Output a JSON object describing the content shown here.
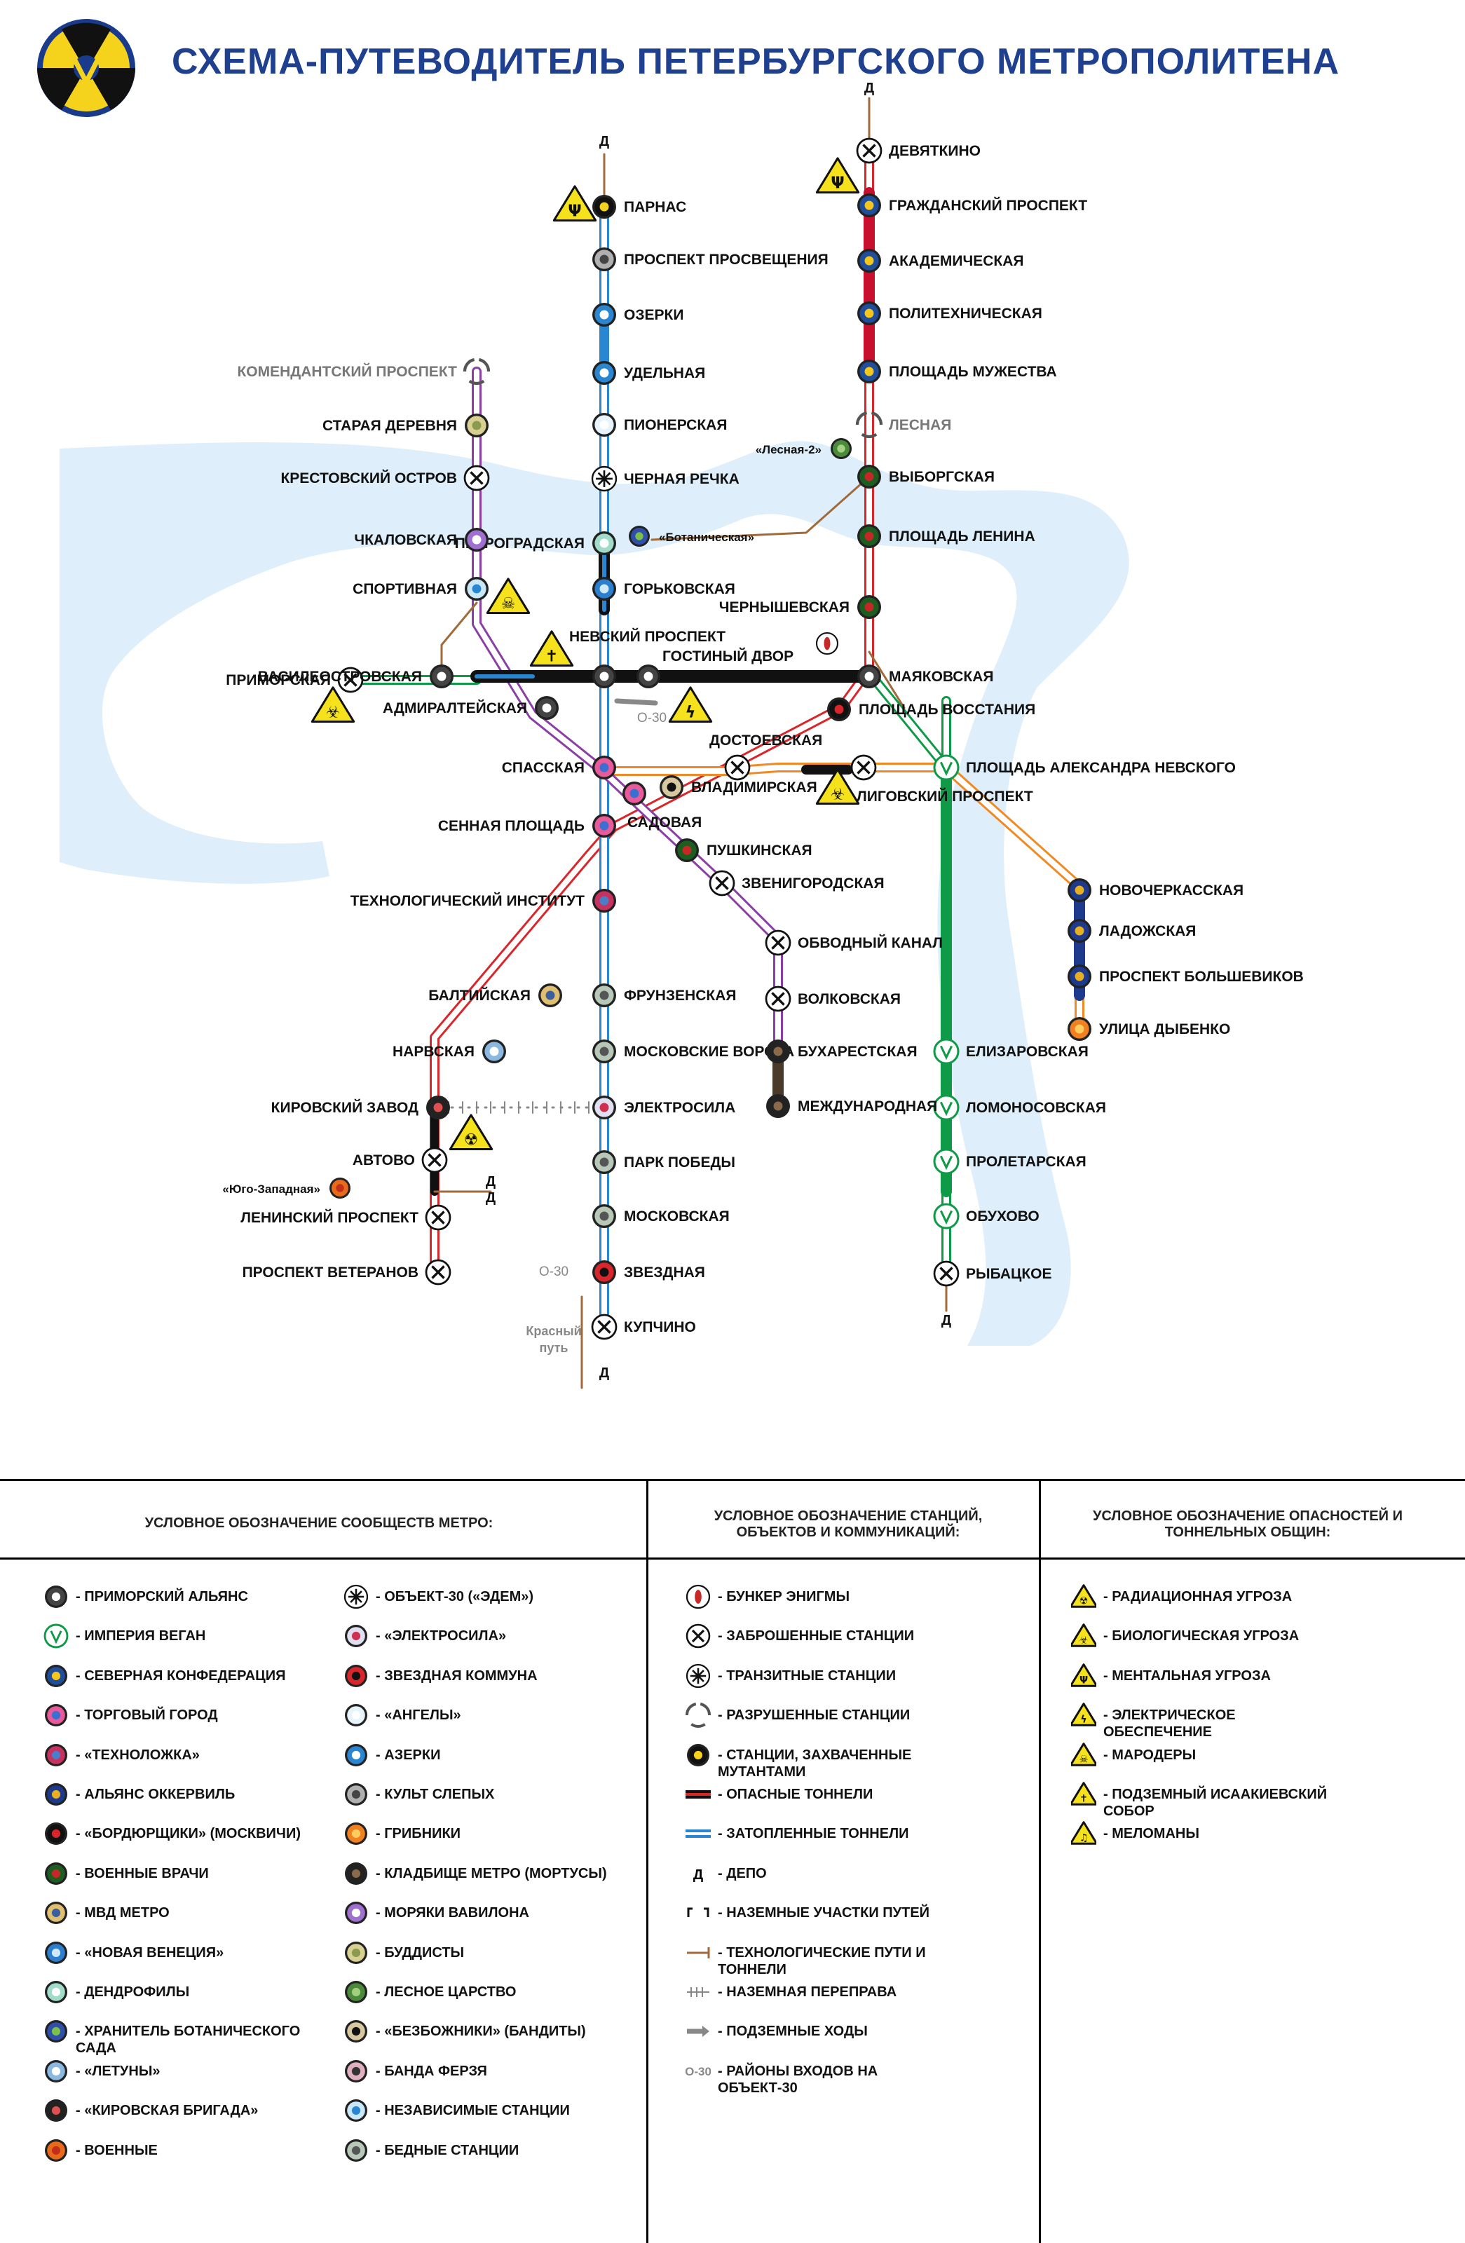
{
  "title": "СХЕМА-ПУТЕВОДИТЕЛЬ ПЕТЕРБУРГСКОГО МЕТРОПОЛИТЕНА",
  "colors": {
    "title": "#1f3f8f",
    "line1": "#d9262b",
    "line2": "#2a86d1",
    "line3": "#0f9a48",
    "line4": "#f08a24",
    "line5": "#8b3fa6",
    "water": "#deeefa",
    "tech": "#a06a3a"
  },
  "stations": [
    {
      "id": "devyatkino",
      "label": "ДЕВЯТКИНО",
      "icon": "abandoned"
    },
    {
      "id": "grazhdansky",
      "label": "ГРАЖДАНСКИЙ ПРОСПЕКТ",
      "icon": "northern-confederation"
    },
    {
      "id": "akademicheskaya",
      "label": "АКАДЕМИЧЕСКАЯ",
      "icon": "northern-confederation"
    },
    {
      "id": "politeh",
      "label": "ПОЛИТЕХНИЧЕСКАЯ",
      "icon": "northern-confederation"
    },
    {
      "id": "muzhestva",
      "label": "ПЛОЩАДЬ МУЖЕСТВА",
      "icon": "northern-confederation"
    },
    {
      "id": "lesnaya",
      "label": "ЛЕСНАЯ",
      "icon": "destroyed"
    },
    {
      "id": "lesnaya2",
      "label": "«Лесная-2»",
      "icon": "forest-kingdom"
    },
    {
      "id": "vyborgskaya",
      "label": "ВЫБОРГСКАЯ",
      "icon": "military-doctors"
    },
    {
      "id": "lenina",
      "label": "ПЛОЩАДЬ ЛЕНИНА",
      "icon": "military-doctors"
    },
    {
      "id": "chernyshevskaya",
      "label": "ЧЕРНЫШЕВСКАЯ",
      "icon": "military-doctors"
    },
    {
      "id": "mayakovskaya",
      "label": "МАЯКОВСКАЯ",
      "icon": "primorsky"
    },
    {
      "id": "vosstaniya",
      "label": "ПЛОЩАДЬ ВОССТАНИЯ",
      "icon": "bordyurshchiki"
    },
    {
      "id": "vladimirskaya",
      "label": "ВЛАДИМИРСКАЯ",
      "icon": "bezbozhniki"
    },
    {
      "id": "pushkinskaya",
      "label": "ПУШКИНСКАЯ",
      "icon": "military-doctors"
    },
    {
      "id": "tehnoinstitut",
      "label": "ТЕХНОЛОГИЧЕСКИЙ ИНСТИТУТ",
      "icon": "technolozhka"
    },
    {
      "id": "baltiyskaya",
      "label": "БАЛТИЙСКАЯ",
      "icon": "mvd"
    },
    {
      "id": "narvskaya",
      "label": "НАРВСКАЯ",
      "icon": "letuny"
    },
    {
      "id": "kirovsky",
      "label": "КИРОВСКИЙ ЗАВОД",
      "icon": "kirov-brigade"
    },
    {
      "id": "avtovo",
      "label": "АВТОВО",
      "icon": "abandoned"
    },
    {
      "id": "yugozapadnaya",
      "label": "«Юго-Западная»",
      "icon": "military"
    },
    {
      "id": "leninsky",
      "label": "ЛЕНИНСКИЙ ПРОСПЕКТ",
      "icon": "abandoned"
    },
    {
      "id": "veteranov",
      "label": "ПРОСПЕКТ ВЕТЕРАНОВ",
      "icon": "abandoned"
    },
    {
      "id": "parnas",
      "label": "ПАРНАС",
      "icon": "mutants"
    },
    {
      "id": "prosvescheniya",
      "label": "ПРОСПЕКТ ПРОСВЕЩЕНИЯ",
      "icon": "blind-cult"
    },
    {
      "id": "ozerki",
      "label": "ОЗЕРКИ",
      "icon": "azerki"
    },
    {
      "id": "udelnaya",
      "label": "УДЕЛЬНАЯ",
      "icon": "azerki"
    },
    {
      "id": "pionerskaya",
      "label": "ПИОНЕРСКАЯ",
      "icon": "angels"
    },
    {
      "id": "chernaya",
      "label": "ЧЕРНАЯ РЕЧКА",
      "icon": "transit"
    },
    {
      "id": "petrogradskaya",
      "label": "ПЕТРОГРАДСКАЯ",
      "icon": "dendrophiles"
    },
    {
      "id": "botanicheskaya",
      "label": "«Ботаническая»",
      "icon": "botanic-keeper"
    },
    {
      "id": "gorkovskaya",
      "label": "ГОРЬКОВСКАЯ",
      "icon": "new-venice"
    },
    {
      "id": "nevsky",
      "label": "НЕВСКИЙ ПРОСПЕКТ",
      "icon": "primorsky"
    },
    {
      "id": "gostiny",
      "label": "ГОСТИНЫЙ ДВОР",
      "icon": "primorsky"
    },
    {
      "id": "sennaya",
      "label": "СЕННАЯ ПЛОЩАДЬ",
      "icon": "trade-city"
    },
    {
      "id": "frunzenskaya",
      "label": "ФРУНЗЕНСКАЯ",
      "icon": "poor"
    },
    {
      "id": "moskvorota",
      "label": "МОСКОВСКИЕ ВОРОТА",
      "icon": "poor"
    },
    {
      "id": "elektrosila",
      "label": "ЭЛЕКТРОСИЛА",
      "icon": "elektrosila"
    },
    {
      "id": "pobedy",
      "label": "ПАРК ПОБЕДЫ",
      "icon": "poor"
    },
    {
      "id": "moskovskaya",
      "label": "МОСКОВСКАЯ",
      "icon": "poor"
    },
    {
      "id": "zvezdnaya",
      "label": "ЗВЕЗДНАЯ",
      "icon": "star-commune"
    },
    {
      "id": "kupchino",
      "label": "КУПЧИНО",
      "icon": "abandoned"
    },
    {
      "id": "primorskaya",
      "label": "ПРИМОРСКАЯ",
      "icon": "abandoned"
    },
    {
      "id": "vasileostrovskaya",
      "label": "ВАСИЛЕОСТРОВСКАЯ",
      "icon": "primorsky"
    },
    {
      "id": "admiralteyskaya",
      "label": "АДМИРАЛТЕЙСКАЯ",
      "icon": "primorsky"
    },
    {
      "id": "dostoevskaya",
      "label": "ДОСТОЕВСКАЯ",
      "icon": "abandoned"
    },
    {
      "id": "ligovsky",
      "label": "ЛИГОВСКИЙ ПРОСПЕКТ",
      "icon": "abandoned"
    },
    {
      "id": "nevskogo",
      "label": "ПЛОЩАДЬ АЛЕКСАНДРА НЕВСКОГО",
      "icon": "vegan"
    },
    {
      "id": "novocherkasskaya",
      "label": "НОВОЧЕРКАССКАЯ",
      "icon": "okkervil"
    },
    {
      "id": "ladozhskaya",
      "label": "ЛАДОЖСКАЯ",
      "icon": "okkervil"
    },
    {
      "id": "bolshevikov",
      "label": "ПРОСПЕКТ БОЛЬШЕВИКОВ",
      "icon": "okkervil"
    },
    {
      "id": "dybenko",
      "label": "УЛИЦА ДЫБЕНКО",
      "icon": "mushroom"
    },
    {
      "id": "elizarovskaya",
      "label": "ЕЛИЗАРОВСКАЯ",
      "icon": "vegan"
    },
    {
      "id": "lomonosovskaya",
      "label": "ЛОМОНОСОВСКАЯ",
      "icon": "vegan"
    },
    {
      "id": "proletarskaya",
      "label": "ПРОЛЕТАРСКАЯ",
      "icon": "vegan"
    },
    {
      "id": "obuhovo",
      "label": "ОБУХОВО",
      "icon": "vegan"
    },
    {
      "id": "rybatskoe",
      "label": "РЫБАЦКОЕ",
      "icon": "abandoned"
    },
    {
      "id": "komendantsky",
      "label": "КОМЕНДАНТСКИЙ ПРОСПЕКТ",
      "icon": "destroyed"
    },
    {
      "id": "derevnya",
      "label": "СТАРАЯ ДЕРЕВНЯ",
      "icon": "buddhists"
    },
    {
      "id": "krestovsky",
      "label": "КРЕСТОВСКИЙ ОСТРОВ",
      "icon": "abandoned"
    },
    {
      "id": "chkalovskaya",
      "label": "ЧКАЛОВСКАЯ",
      "icon": "babylon"
    },
    {
      "id": "sportivnaya",
      "label": "СПОРТИВНАЯ",
      "icon": "independent"
    },
    {
      "id": "sadovaya",
      "label": "САДОВАЯ",
      "icon": "trade-city"
    },
    {
      "id": "spasskaya",
      "label": "СПАССКАЯ",
      "icon": "trade-city"
    },
    {
      "id": "zvenigorodskaya",
      "label": "ЗВЕНИГОРОДСКАЯ",
      "icon": "abandoned"
    },
    {
      "id": "obvodny",
      "label": "ОБВОДНЫЙ КАНАЛ",
      "icon": "abandoned"
    },
    {
      "id": "volkovskaya",
      "label": "ВОЛКОВСКАЯ",
      "icon": "abandoned"
    },
    {
      "id": "buharestskaya",
      "label": "БУХАРЕСТСКАЯ",
      "icon": "cemetery"
    },
    {
      "id": "mezhdunarodnaya",
      "label": "МЕЖДУНАРОДНАЯ",
      "icon": "cemetery"
    }
  ],
  "map_labels": {
    "depot": "Д",
    "o30": "О-30",
    "red_path": "Красный путь"
  },
  "legend": {
    "col1_title": "УСЛОВНОЕ ОБОЗНАЧЕНИЕ СООБЩЕСТВ МЕТРО:",
    "col2_title": "УСЛОВНОЕ ОБОЗНАЧЕНИЕ СТАНЦИЙ, ОБЪЕКТОВ И КОММУНИКАЦИЙ:",
    "col3_title": "УСЛОВНОЕ ОБОЗНАЧЕНИЕ ОПАСНОСТЕЙ И ТОННЕЛЬНЫХ ОБЩИН:",
    "factions_a": [
      {
        "icon": "primorsky",
        "label": "- ПРИМОРСКИЙ АЛЬЯНС"
      },
      {
        "icon": "vegan",
        "label": "- ИМПЕРИЯ ВЕГАН"
      },
      {
        "icon": "northern-confederation",
        "label": "- СЕВЕРНАЯ КОНФЕДЕРАЦИЯ"
      },
      {
        "icon": "trade-city",
        "label": "- ТОРГОВЫЙ ГОРОД"
      },
      {
        "icon": "technolozhka",
        "label": "- «ТЕХНОЛОЖКА»"
      },
      {
        "icon": "okkervil",
        "label": "- АЛЬЯНС ОККЕРВИЛЬ"
      },
      {
        "icon": "bordyurshchiki",
        "label": "- «БОРДЮРЩИКИ» (МОСКВИЧИ)"
      },
      {
        "icon": "military-doctors",
        "label": "- ВОЕННЫЕ ВРАЧИ"
      },
      {
        "icon": "mvd",
        "label": "- МВД МЕТРО"
      },
      {
        "icon": "new-venice",
        "label": "- «НОВАЯ ВЕНЕЦИЯ»"
      },
      {
        "icon": "dendrophiles",
        "label": "- ДЕНДРОФИЛЫ"
      },
      {
        "icon": "botanic-keeper",
        "label": "- ХРАНИТЕЛЬ БОТАНИЧЕСКОГО САДА"
      },
      {
        "icon": "letuny",
        "label": "- «ЛЕТУНЫ»"
      },
      {
        "icon": "kirov-brigade",
        "label": "- «КИРОВСКАЯ БРИГАДА»"
      },
      {
        "icon": "military",
        "label": "- ВОЕННЫЕ"
      }
    ],
    "factions_b": [
      {
        "icon": "transit",
        "label": "- ОБЪЕКТ-30 («ЭДЕМ»)"
      },
      {
        "icon": "elektrosila",
        "label": "- «ЭЛЕКТРОСИЛА»"
      },
      {
        "icon": "star-commune",
        "label": "- ЗВЕЗДНАЯ КОММУНА"
      },
      {
        "icon": "angels",
        "label": "- «АНГЕЛЫ»"
      },
      {
        "icon": "azerki",
        "label": "- АЗЕРКИ"
      },
      {
        "icon": "blind-cult",
        "label": "- КУЛЬТ СЛЕПЫХ"
      },
      {
        "icon": "mushroom",
        "label": "- ГРИБНИКИ"
      },
      {
        "icon": "cemetery",
        "label": "- КЛАДБИЩЕ МЕТРО (МОРТУСЫ)"
      },
      {
        "icon": "babylon",
        "label": "- МОРЯКИ ВАВИЛОНА"
      },
      {
        "icon": "buddhists",
        "label": "- БУДДИСТЫ"
      },
      {
        "icon": "forest-kingdom",
        "label": "- ЛЕСНОЕ ЦАРСТВО"
      },
      {
        "icon": "bezbozhniki",
        "label": "- «БЕЗБОЖНИКИ» (БАНДИТЫ)"
      },
      {
        "icon": "ferzya",
        "label": "- БАНДА ФЕРЗЯ"
      },
      {
        "icon": "independent",
        "label": "- НЕЗАВИСИМЫЕ СТАНЦИИ"
      },
      {
        "icon": "poor",
        "label": "- БЕДНЫЕ СТАНЦИИ"
      }
    ],
    "objects": [
      {
        "icon": "enigma",
        "label": "- БУНКЕР ЭНИГМЫ"
      },
      {
        "icon": "abandoned",
        "label": "- ЗАБРОШЕННЫЕ СТАНЦИИ"
      },
      {
        "icon": "transit",
        "label": "- ТРАНЗИТНЫЕ СТАНЦИИ"
      },
      {
        "icon": "destroyed",
        "label": "- РАЗРУШЕННЫЕ СТАНЦИИ"
      },
      {
        "icon": "mutants",
        "label": "- СТАНЦИИ, ЗАХВАЧЕННЫЕ МУТАНТАМИ"
      },
      {
        "icon": "danger-tunnel",
        "label": "- ОПАСНЫЕ ТОННЕЛИ"
      },
      {
        "icon": "flooded-tunnel",
        "label": "- ЗАТОПЛЕННЫЕ ТОННЕЛИ"
      },
      {
        "icon": "depot",
        "label": "- ДЕПО"
      },
      {
        "icon": "surface",
        "label": "- НАЗЕМНЫЕ УЧАСТКИ ПУТЕЙ"
      },
      {
        "icon": "tech-path",
        "label": "- ТЕХНОЛОГИЧЕСКИЕ ПУТИ И ТОННЕЛИ"
      },
      {
        "icon": "crossing",
        "label": "- НАЗЕМНАЯ ПЕРЕПРАВА"
      },
      {
        "icon": "underground-path",
        "label": "- ПОДЗЕМНЫЕ ХОДЫ"
      },
      {
        "icon": "o30",
        "label": "- РАЙОНЫ ВХОДОВ НА ОБЪЕКТ-30"
      }
    ],
    "dangers": [
      {
        "icon": "radiation",
        "label": "- РАДИАЦИОННАЯ УГРОЗА"
      },
      {
        "icon": "biohazard",
        "label": "- БИОЛОГИЧЕСКАЯ УГРОЗА"
      },
      {
        "icon": "mental",
        "label": "- МЕНТАЛЬНАЯ УГРОЗА"
      },
      {
        "icon": "electric",
        "label": "- ЭЛЕКТРИЧЕСКОЕ ОБЕСПЕЧЕНИЕ"
      },
      {
        "icon": "marauders",
        "label": "- МАРОДЕРЫ"
      },
      {
        "icon": "cathedral",
        "label": "- ПОДЗЕМНЫЙ ИСААКИЕВСКИЙ СОБОР"
      },
      {
        "icon": "music",
        "label": "- МЕЛОМАНЫ"
      }
    ]
  }
}
